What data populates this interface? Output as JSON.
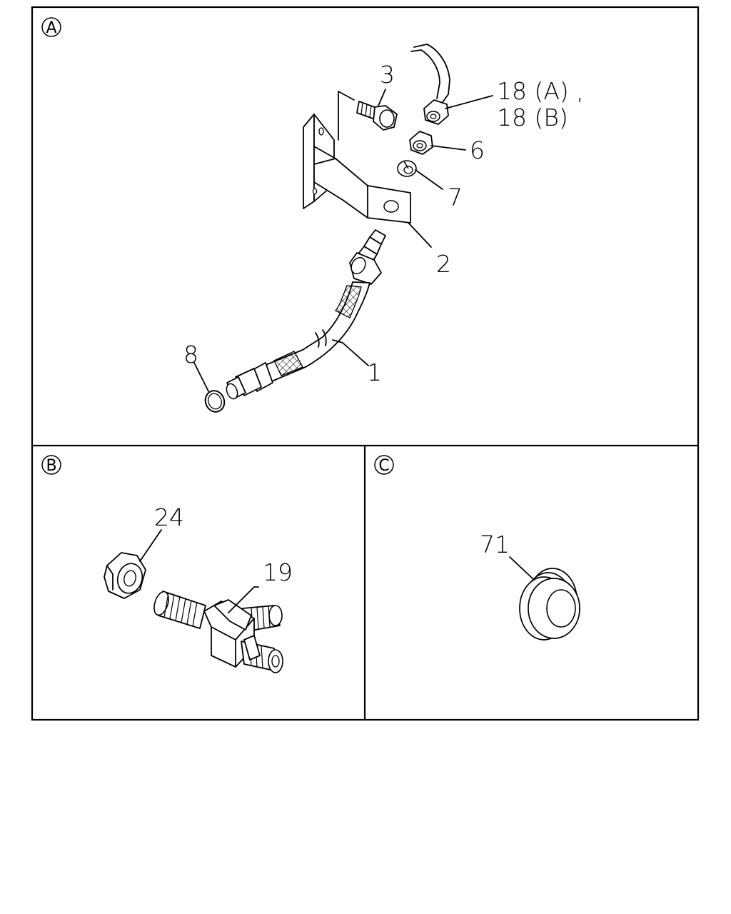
{
  "panels": [
    {
      "id": "A",
      "label": "A"
    },
    {
      "id": "B",
      "label": "B"
    },
    {
      "id": "C",
      "label": "C"
    }
  ],
  "callouts": {
    "p3": "3",
    "p18a": "18 (A) ,",
    "p18b": "18 (B)",
    "p6": "6",
    "p7": "7",
    "p2": "2",
    "p8": "8",
    "p1": "1",
    "p24": "24",
    "p19": "19",
    "p71": "71"
  }
}
